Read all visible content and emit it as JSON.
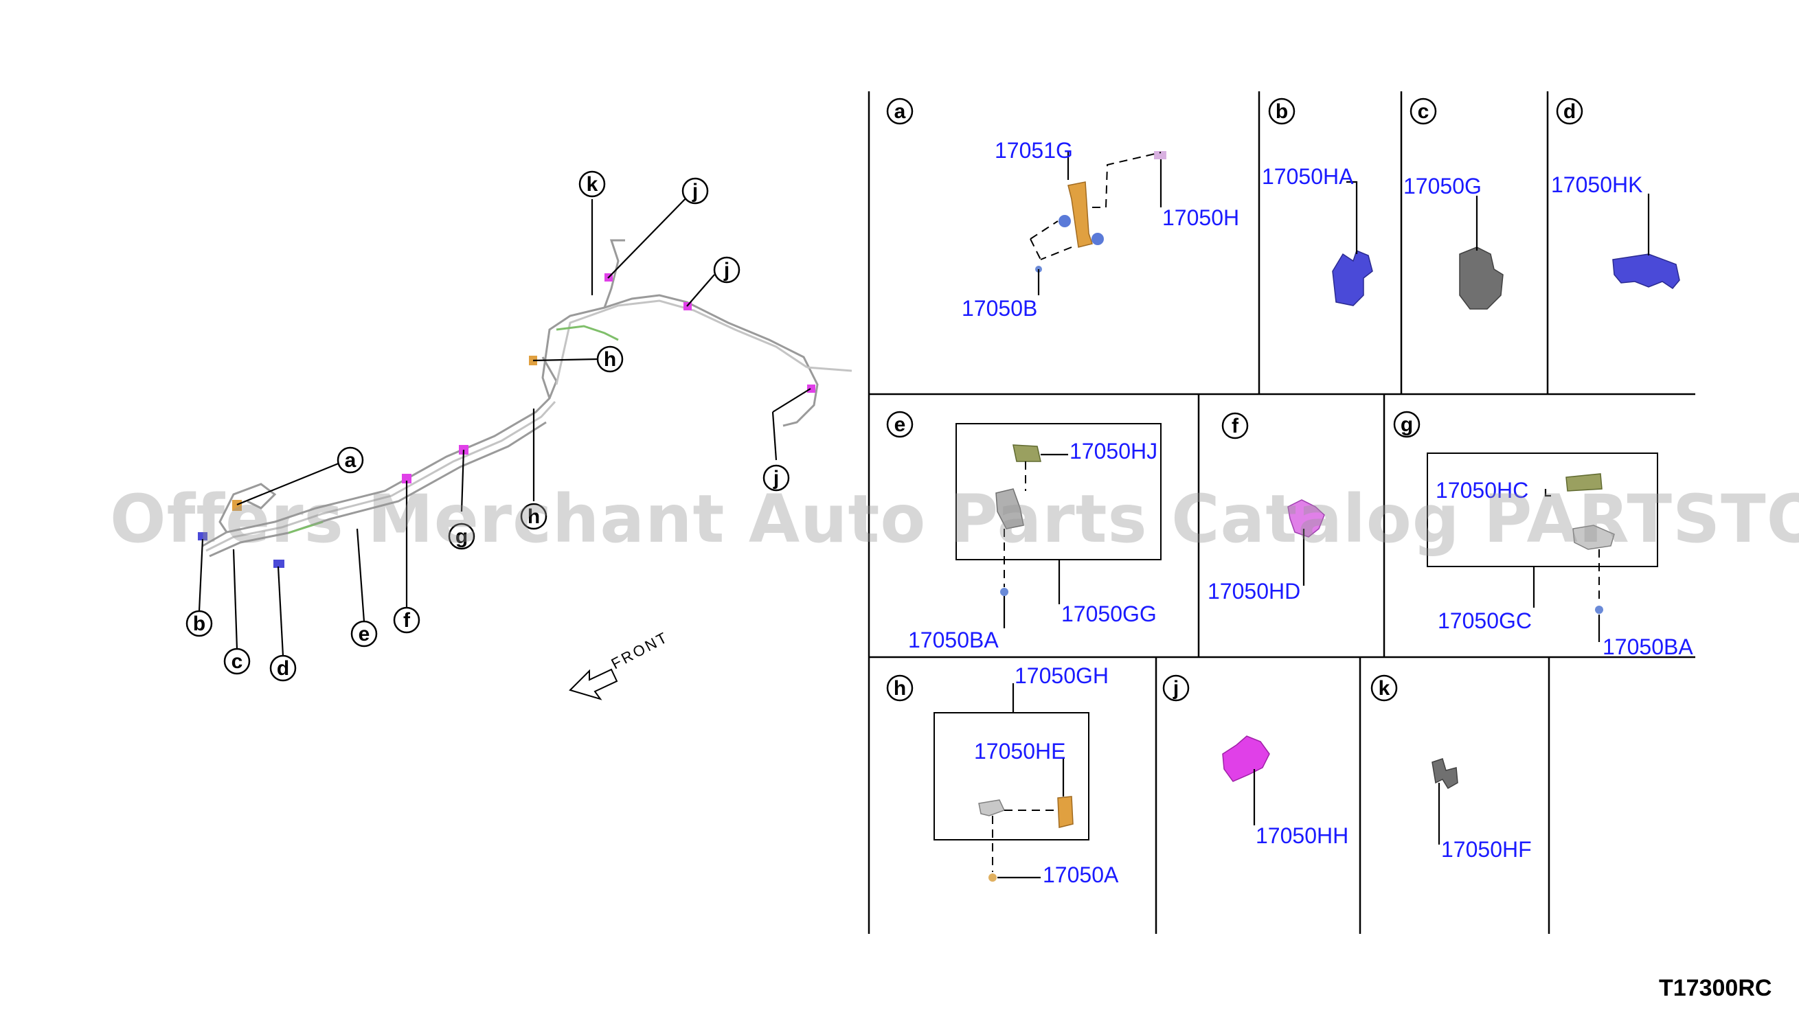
{
  "overview": {
    "callouts": {
      "a": "a",
      "b": "b",
      "c": "c",
      "d": "d",
      "e": "e",
      "f": "f",
      "g": "g",
      "h": "h",
      "j1": "j",
      "j2": "j",
      "j3": "j",
      "k": "k"
    },
    "front_label": "FRONT"
  },
  "panels": {
    "a": {
      "label": "a",
      "parts": [
        "17051G",
        "17050H",
        "17050B"
      ]
    },
    "b": {
      "label": "b",
      "parts": [
        "17050HA"
      ]
    },
    "c": {
      "label": "c",
      "parts": [
        "17050G"
      ]
    },
    "d": {
      "label": "d",
      "parts": [
        "17050HK"
      ]
    },
    "e": {
      "label": "e",
      "parts": [
        "17050HJ",
        "17050GG",
        "17050BA"
      ]
    },
    "f": {
      "label": "f",
      "parts": [
        "17050HD"
      ]
    },
    "g": {
      "label": "g",
      "parts": [
        "17050HC",
        "17050GC",
        "17050BA"
      ]
    },
    "h": {
      "label": "h",
      "parts": [
        "17050GH",
        "17050HE",
        "17050A"
      ]
    },
    "j": {
      "label": "j",
      "parts": [
        "17050HH"
      ]
    },
    "k": {
      "label": "k",
      "parts": [
        "17050HF"
      ]
    }
  },
  "watermark": "Offers Merchant Auto Parts Catalog PARTSTORE.SA",
  "diagram_id": "T17300RC",
  "colors": {
    "part_number": "#1a1aff",
    "clip_blue": "#4a4ad8",
    "clip_magenta": "#e040e8",
    "clip_orange": "#e0a040",
    "clip_olive": "#9aa060",
    "clip_grey": "#707070",
    "pipe": "#9a9a9a"
  }
}
